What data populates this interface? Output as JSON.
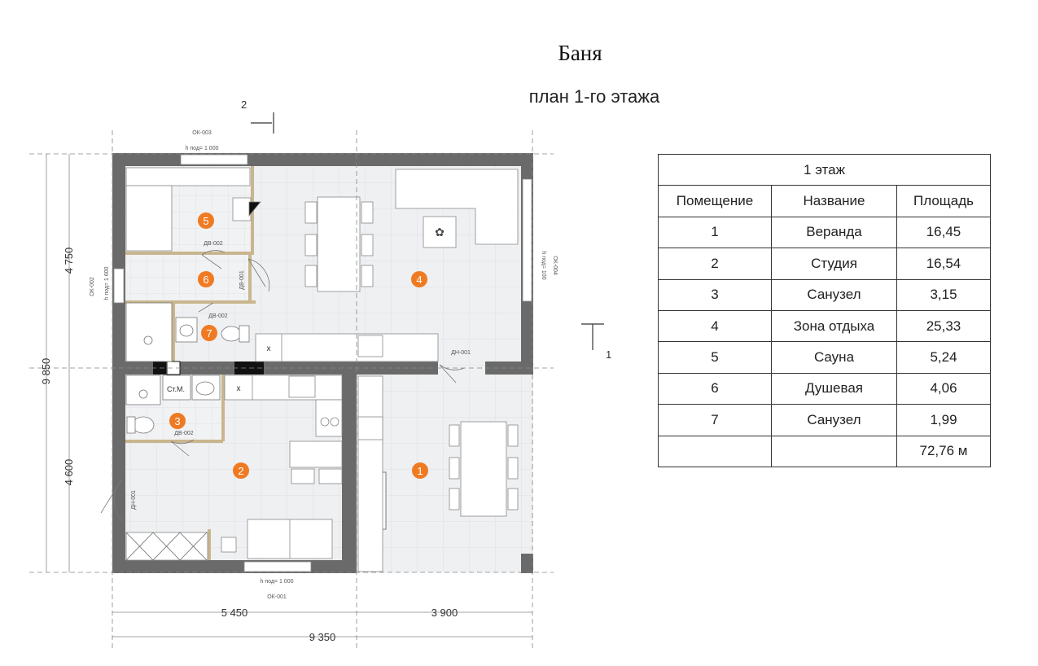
{
  "title": "Баня",
  "subtitle": "план 1-го этажа",
  "table": {
    "caption": "1 этаж",
    "headers": [
      "Помещение",
      "Название",
      "Площадь"
    ],
    "rows": [
      {
        "num": "1",
        "name": "Веранда",
        "area": "16,45"
      },
      {
        "num": "2",
        "name": "Студия",
        "area": "16,54"
      },
      {
        "num": "3",
        "name": "Санузел",
        "area": "3,15"
      },
      {
        "num": "4",
        "name": "Зона отдыха",
        "area": "25,33"
      },
      {
        "num": "5",
        "name": "Сауна",
        "area": "5,24"
      },
      {
        "num": "6",
        "name": "Душевая",
        "area": "4,06"
      },
      {
        "num": "7",
        "name": "Санузел",
        "area": "1,99"
      }
    ],
    "total": "72,76 м"
  },
  "dimensions": {
    "left_total": "9 850",
    "left_upper": "4 750",
    "left_lower": "4 600",
    "bottom_left": "5 450",
    "bottom_right": "3 900",
    "bottom_total": "9 350"
  },
  "section_marks": {
    "top": "2",
    "right": "1"
  },
  "room_badges": [
    "1",
    "2",
    "3",
    "4",
    "5",
    "6",
    "7"
  ],
  "labels": {
    "ok003": "ОК-003",
    "ok003_h": "h под= 1 000",
    "ok001": "ОК-001",
    "ok001_h": "h под= 1 000",
    "ok002": "ОК-002",
    "ok002_h": "h под= 1 600",
    "ok004": "ОК-004",
    "ok004_h": "h под= 100",
    "dv002_top": "ДВ-002",
    "dv001": "ДВ-001",
    "dv002_mid": "ДВ-002",
    "dv002_low": "ДВ-002",
    "dn001_right": "ДН-001",
    "dn001_left": "ДН-001",
    "stm": "Ст.М.",
    "x1": "x",
    "x2": "x"
  },
  "colors": {
    "wall": "#6a6a6a",
    "badge": "#f07a22",
    "floor": "#eef0f2",
    "tile_line": "#dde0e4",
    "partition": "#c9b68e"
  }
}
